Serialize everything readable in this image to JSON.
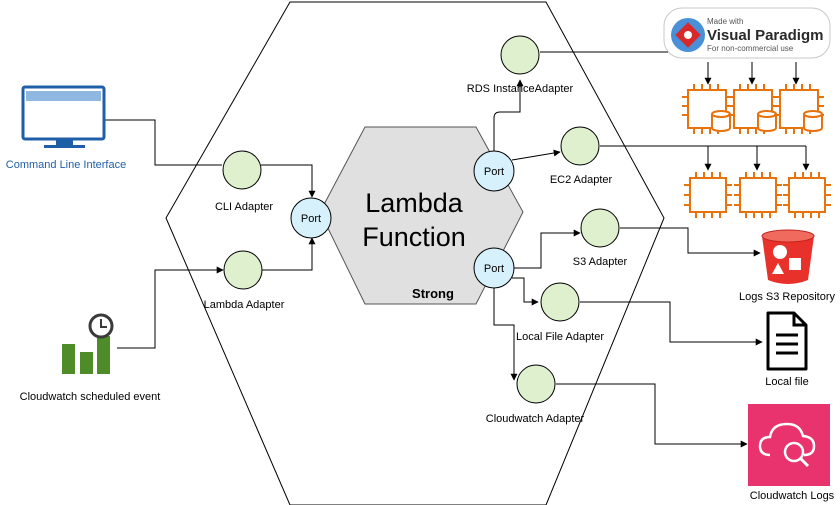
{
  "core": {
    "title_line1": "Lambda",
    "title_line2": "Function",
    "tag": "Strong"
  },
  "ports": {
    "left": "Port",
    "top_right": "Port",
    "bottom_right": "Port"
  },
  "adapters": {
    "cli": "CLI Adapter",
    "lambda": "Lambda Adapter",
    "rds": "RDS InstanceAdapter",
    "ec2": "EC2 Adapter",
    "s3": "S3 Adapter",
    "local_file": "Local File Adapter",
    "cloudwatch": "Cloudwatch Adapter"
  },
  "externals": {
    "cli": "Command Line Interface",
    "scheduled_event": "Cloudwatch scheduled event",
    "logs_s3": "Logs S3 Repository",
    "local_file": "Local file",
    "cloudwatch_logs": "Cloudwatch Logs"
  },
  "watermark": {
    "line1": "Made with",
    "line2": "Visual Paradigm",
    "line3": "For non-commercial use"
  },
  "colors": {
    "adapter_fill": "#dff0cf",
    "port_fill": "#d6f1fb",
    "core_fill": "#e0e0e0",
    "aws_orange": "#e8720c",
    "s3_red": "#e8312a",
    "cloudwatch_pink": "#e8336f",
    "cloudwatch_green": "#4e8c2a",
    "cli_blue": "#1f5fa8"
  },
  "icons": [
    "monitor-icon",
    "clock-icon",
    "bar-chart-icon",
    "ec2-instance-icon",
    "database-icon",
    "s3-bucket-icon",
    "document-icon",
    "cloudwatch-logs-icon",
    "visual-paradigm-logo"
  ]
}
